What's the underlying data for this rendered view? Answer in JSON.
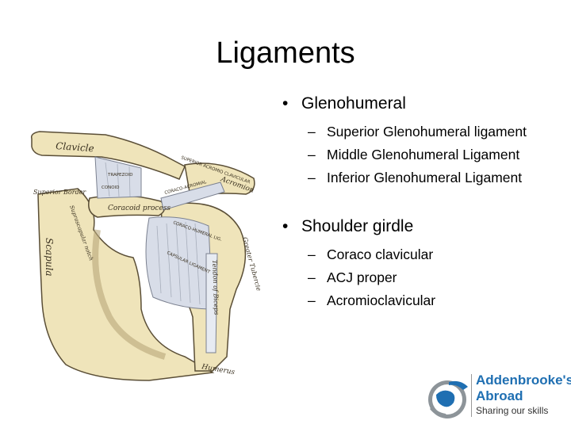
{
  "slide": {
    "title": "Ligaments",
    "sections": [
      {
        "heading": "Glenohumeral",
        "items": [
          "Superior Glenohumeral ligament",
          "Middle Glenohumeral Ligament",
          "Inferior Glenohumeral Ligament"
        ]
      },
      {
        "heading": "Shoulder girdle",
        "items": [
          "Coraco clavicular",
          "ACJ proper",
          "Acromioclavicular"
        ]
      }
    ],
    "bullet_symbol": "•",
    "dash_symbol": "–"
  },
  "diagram": {
    "labels": {
      "clavicle": "Clavicle",
      "acromion": "Acromion",
      "superior_border": "Superior Border",
      "coracoid_process": "Coracoid process",
      "scapula": "Scapula",
      "greater_tubercle": "Greater Tubercle",
      "tendon_biceps": "Tendon of Biceps",
      "humerus": "Humerus",
      "capsular_ligament": "CAPSULAR LIGAMENT",
      "coraco_humeral": "CORACO-HUMERAL LIG.",
      "coraco_acromial": "CORACO-ACROMIAL",
      "trapezoid": "TRAPEZOID",
      "conoid": "CONOID",
      "superior_acromio_clavicular": "SUPERIOR ACROMIO CLAVICULAR",
      "suprascapular_notch": "Suprascapular notch"
    },
    "colors": {
      "bone": "#efe4ba",
      "bone_shade": "#c9b98a",
      "ligament": "#d8dde8",
      "outline": "#5a4e36"
    }
  },
  "logo": {
    "line1": "Addenbrooke's",
    "line2": "Abroad",
    "tagline": "Sharing our skills",
    "colors": {
      "primary": "#1f6fb2",
      "globe_gray": "#8d9499"
    }
  }
}
